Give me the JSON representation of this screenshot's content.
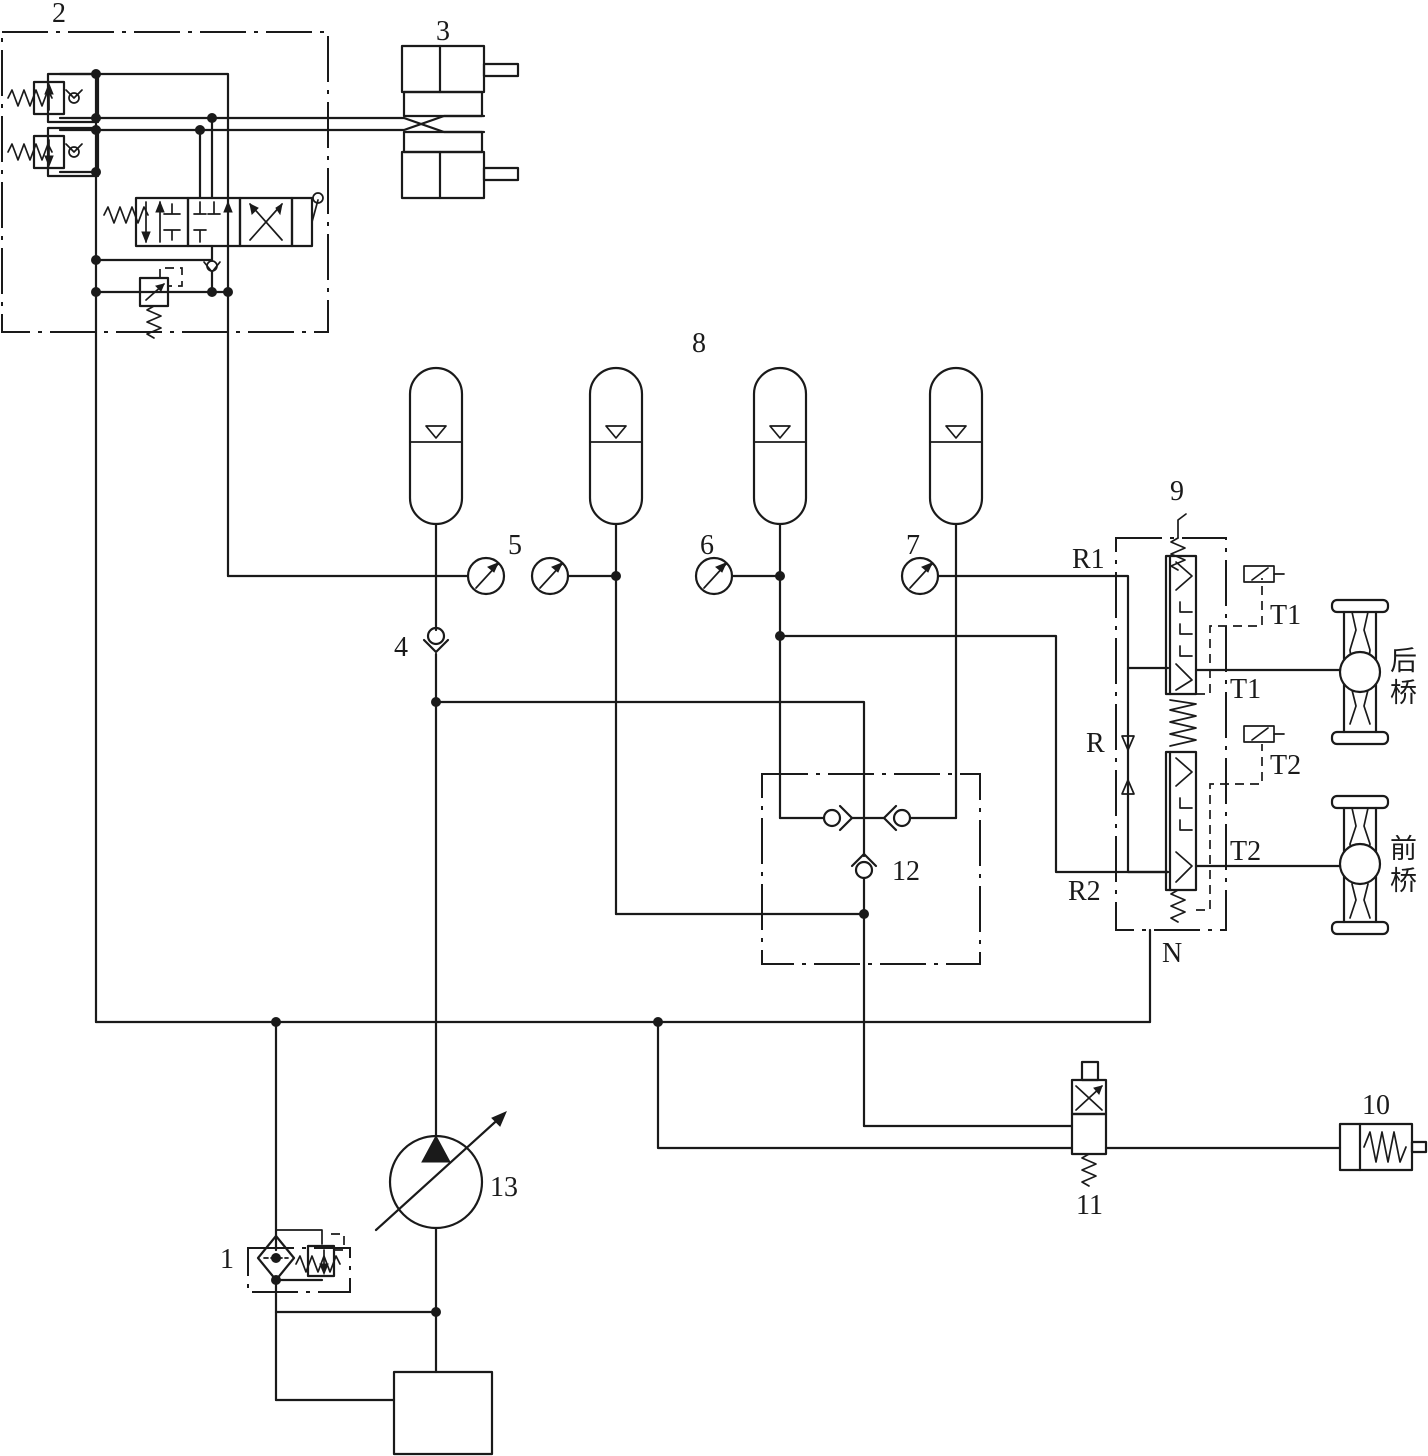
{
  "labels": {
    "n1": "1",
    "n2": "2",
    "n3": "3",
    "n4": "4",
    "n5": "5",
    "n6": "6",
    "n7": "7",
    "n8": "8",
    "n9": "9",
    "n10": "10",
    "n11": "11",
    "n12": "12",
    "n13": "13",
    "r1": "R1",
    "r2": "R2",
    "r": "R",
    "t1_top": "T1",
    "t1_bottom": "T1",
    "t2_top": "T2",
    "t2_bottom": "T2",
    "n": "N",
    "rear_axle_1": "后",
    "rear_axle_2": "桥",
    "front_axle_1": "前",
    "front_axle_2": "桥"
  }
}
